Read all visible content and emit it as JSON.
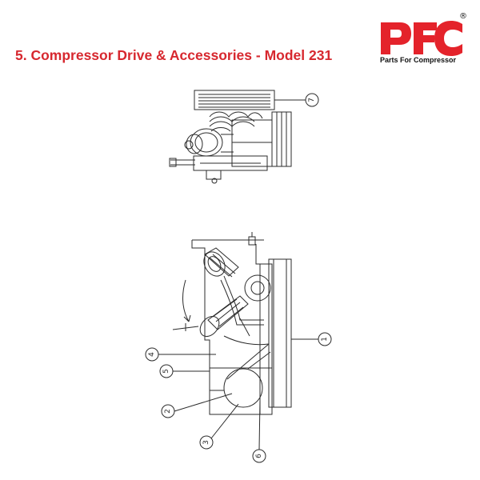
{
  "page": {
    "title": "5. Compressor Drive & Accessories - Model 231",
    "title_color": "#d7282f"
  },
  "logo": {
    "wordmark": "PFC",
    "tagline": "Parts For Compressor",
    "registered_mark": "®",
    "brand_color": "#e4232b"
  },
  "diagram": {
    "line_color": "#2b2b2b",
    "top_view_callouts": [
      {
        "label": "7"
      }
    ],
    "side_view_callouts": [
      {
        "label": "1"
      },
      {
        "label": "4"
      },
      {
        "label": "5"
      },
      {
        "label": "2"
      },
      {
        "label": "3"
      },
      {
        "label": "6"
      }
    ]
  }
}
